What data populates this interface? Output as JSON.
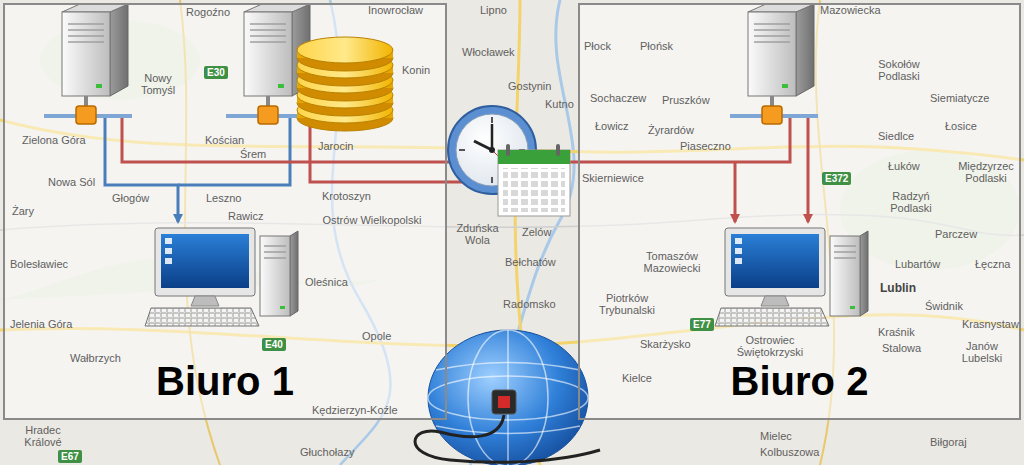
{
  "diagram": {
    "nodes": [
      {
        "text": [
          "Biuro 1"
        ]
      },
      {
        "text": [
          "Biuro 2"
        ]
      }
    ],
    "labels": [
      "Inowrocław",
      "Rogoźno",
      "Nowy Tomyśl",
      "E30",
      "Konin",
      "Zielona Góra",
      "Kościan",
      "Śrem",
      "Jarocin",
      "Nowa Sól",
      "Żary",
      "Głogów",
      "Leszno",
      "Rawicz",
      "Krotoszyn",
      "Ostrów Wielkopolski",
      "Bolesławiec",
      "Oleśnica",
      "Jelenia Góra",
      "E40",
      "Wałbrzych",
      "Opole",
      "Kędzierzyn-Koźle",
      "Lipno",
      "Włocławek",
      "Gostynin",
      "Kutno",
      "Zduńska Wola",
      "Zelów",
      "Bełchatów",
      "Radomsko",
      "Płock",
      "Płońsk",
      "Mazowiecka",
      "Sokołów Podlaski",
      "Siemiatycze",
      "Sochaczew",
      "Pruszków",
      "Łowicz",
      "Żyrardów",
      "Piaseczno",
      "Łosice",
      "Siedlce",
      "Łuków",
      "Międzyrzec Podlaski",
      "E372",
      "Skierniewice",
      "Radzyń Podlaski",
      "Parczew",
      "Tomaszów Mazowiecki",
      "Lubartów",
      "Łęczna",
      "Lublin",
      "Świdnik",
      "Piotrków Trybunalski",
      "E77",
      "Krasnystaw",
      "Skarżysko",
      "Kraśnik",
      "Ostrowiec Świętokrzyski",
      "Kielce",
      "Stalowa",
      "Janów Lubelski",
      "Hradec Králové",
      "E67",
      "Głuchołazy",
      "Mielec",
      "Kolbuszowa",
      "Biłgoraj"
    ]
  }
}
